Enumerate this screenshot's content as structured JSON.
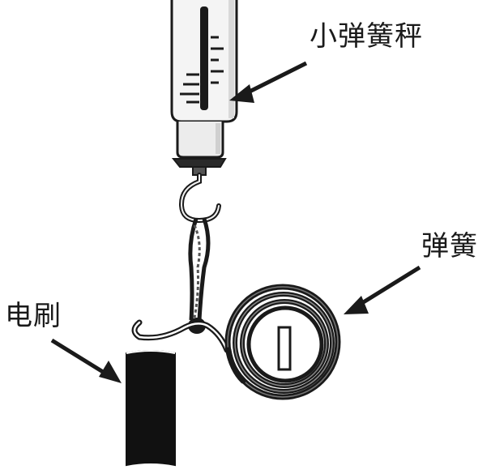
{
  "labels": {
    "spring_scale": "小弹簧秤",
    "spring": "弹簧",
    "brush": "电刷"
  }
}
